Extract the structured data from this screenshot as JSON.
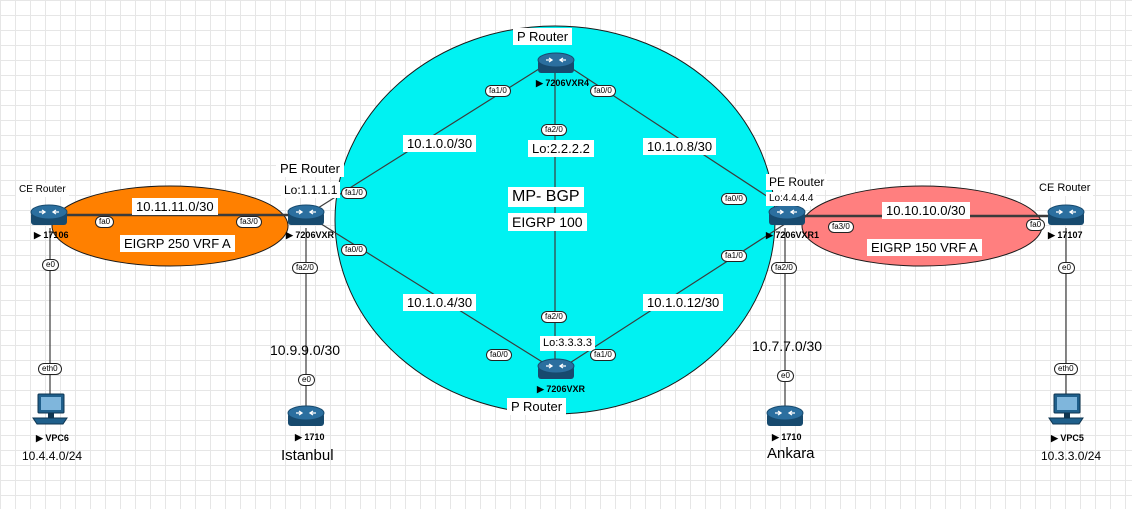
{
  "nodes": {
    "ce_left": {
      "role": "CE Router",
      "device": "17106"
    },
    "pe_left": {
      "role": "PE Router",
      "device": "7206VXR",
      "loopback": "Lo:1.1.1.1"
    },
    "p_top": {
      "role": "P Router",
      "device": "7206VXR4",
      "loopback": "Lo:2.2.2.2"
    },
    "p_bottom": {
      "role": "P Router",
      "device": "7206VXR",
      "loopback": "Lo:3.3.3.3"
    },
    "pe_right": {
      "role": "PE Router",
      "device": "7206VXR1",
      "loopback": "Lo:4.4.4.4"
    },
    "ce_right": {
      "role": "CE Router",
      "device": "17107"
    },
    "vpc6": {
      "device": "VPC6",
      "subnet": "10.4.4.0/24"
    },
    "vpc5": {
      "device": "VPC5",
      "subnet": "10.3.3.0/24"
    },
    "istanbul": {
      "device": "1710",
      "city": "Istanbul"
    },
    "ankara": {
      "device": "1710",
      "city": "Ankara"
    }
  },
  "core": {
    "protocol": "MP- BGP",
    "igp": "EIGRP 100"
  },
  "left_vrf": {
    "subnet": "10.11.11.0/30",
    "label": "EIGRP 250 VRF A"
  },
  "right_vrf": {
    "subnet": "10.10.10.0/30",
    "label": "EIGRP 150 VRF A"
  },
  "links": {
    "pe_left_p_top": "10.1.0.0/30",
    "p_top_pe_right": "10.1.0.8/30",
    "pe_left_p_bottom": "10.1.0.4/30",
    "p_bottom_pe_right": "10.1.0.12/30",
    "istanbul": "10.9.9.0/30",
    "ankara": "10.7.7.0/30"
  },
  "ports": {
    "ce_left_fa0": "fa0",
    "ce_left_e0": "e0",
    "vpc6_eth0": "eth0",
    "pe_left_fa3_0": "fa3/0",
    "pe_left_fa1_0": "fa1/0",
    "pe_left_fa0_0": "fa0/0",
    "pe_left_fa2_0": "fa2/0",
    "istanbul_e0": "e0",
    "p_top_fa1_0": "fa1/0",
    "p_top_fa0_0": "fa0/0",
    "p_top_fa2_0": "fa2/0",
    "p_bottom_fa2_0": "fa2/0",
    "p_bottom_fa0_0": "fa0/0",
    "p_bottom_fa1_0": "fa1/0",
    "pe_right_fa0_0": "fa0/0",
    "pe_right_fa1_0": "fa1/0",
    "pe_right_fa3_0": "fa3/0",
    "pe_right_fa2_0": "fa2/0",
    "ankara_e0": "e0",
    "ce_right_fa0": "fa0",
    "ce_right_e0": "e0",
    "vpc5_eth0": "eth0"
  },
  "colors": {
    "core_fill": "#00f2f2",
    "left_vrf_fill": "#ff8000",
    "right_vrf_fill": "#ff7f7f",
    "router_blue": "#1f5f8b",
    "link": "#3b3b3b"
  }
}
